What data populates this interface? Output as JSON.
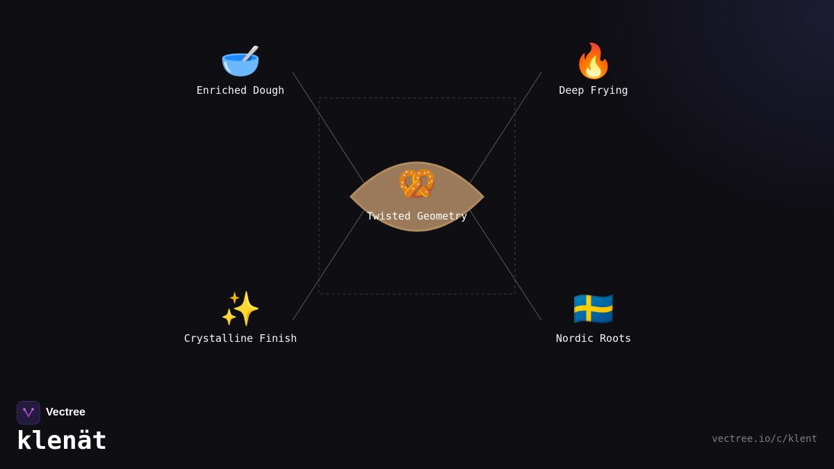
{
  "diagram": {
    "center": {
      "emoji": "🥨",
      "label": "Twisted Geometry"
    },
    "nodes": [
      {
        "emoji": "🥣",
        "label": "Enriched Dough"
      },
      {
        "emoji": "🔥",
        "label": "Deep Frying"
      },
      {
        "emoji": "✨",
        "label": "Crystalline Finish"
      },
      {
        "emoji": "🇸🇪",
        "label": "Nordic Roots"
      }
    ]
  },
  "brand": {
    "name": "Vectree",
    "title": "klenät",
    "url": "vectree.io/c/klent"
  },
  "colors": {
    "background": "#0f0e13",
    "center_fill": "#9a7a5a",
    "center_stroke": "#b08d5e",
    "line": "#5a5a5f",
    "logo_bg": "#241a3e",
    "logo_mark": "#b04bd8"
  }
}
